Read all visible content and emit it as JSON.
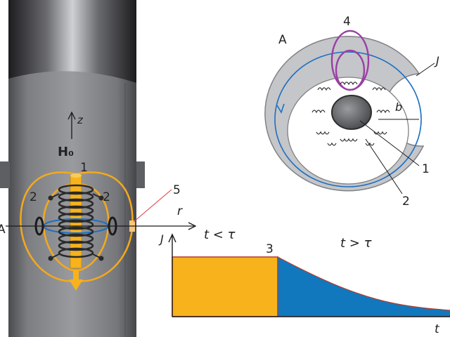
{
  "left_panel": {
    "z_label": "z",
    "field_label": "H₀",
    "num_1": "1",
    "num_2_left": "2",
    "num_2_right": "2",
    "num_5": "5",
    "a_label": "A",
    "r_label": "r"
  },
  "cross_section": {
    "a_label": "A",
    "num_4": "4",
    "j_label": "J",
    "b_label": "b",
    "num_1": "1",
    "num_2": "2"
  },
  "graph": {
    "y_label": "J",
    "t_less": "t < τ",
    "t_greater": "t > τ",
    "num_3": "3",
    "x_label": "t",
    "colors": {
      "pulse": "#f7b21c",
      "decay": "#1178bd"
    }
  },
  "colors": {
    "pipe": "#8f9094",
    "field_lines": "#f4a91c",
    "eddy": "#1d6fc0",
    "coil": "#2a2a2a",
    "loop": "#9b3fa5",
    "ring": "#bfc1c4"
  }
}
